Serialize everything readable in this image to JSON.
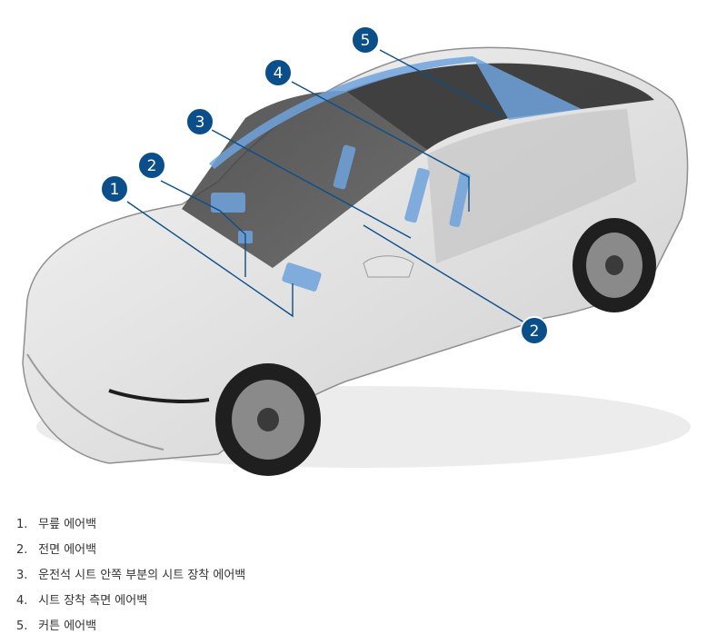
{
  "figure": {
    "subject": "car-airbag-locations",
    "callouts": [
      {
        "number": "5"
      },
      {
        "number": "4"
      },
      {
        "number": "3"
      },
      {
        "number": "2"
      },
      {
        "number": "1"
      },
      {
        "number": "2"
      }
    ],
    "colors": {
      "callout_fill": "#0b4f8a",
      "leader_line": "#0b4f8a",
      "airbag_highlight": "#6fa3dd"
    }
  },
  "legend": [
    {
      "num": "1.",
      "text": "무릎 에어백"
    },
    {
      "num": "2.",
      "text": "전면 에어백"
    },
    {
      "num": "3.",
      "text": "운전석 시트 안쪽 부분의 시트 장착 에어백"
    },
    {
      "num": "4.",
      "text": "시트 장착 측면 에어백"
    },
    {
      "num": "5.",
      "text": "커튼 에어백"
    }
  ]
}
